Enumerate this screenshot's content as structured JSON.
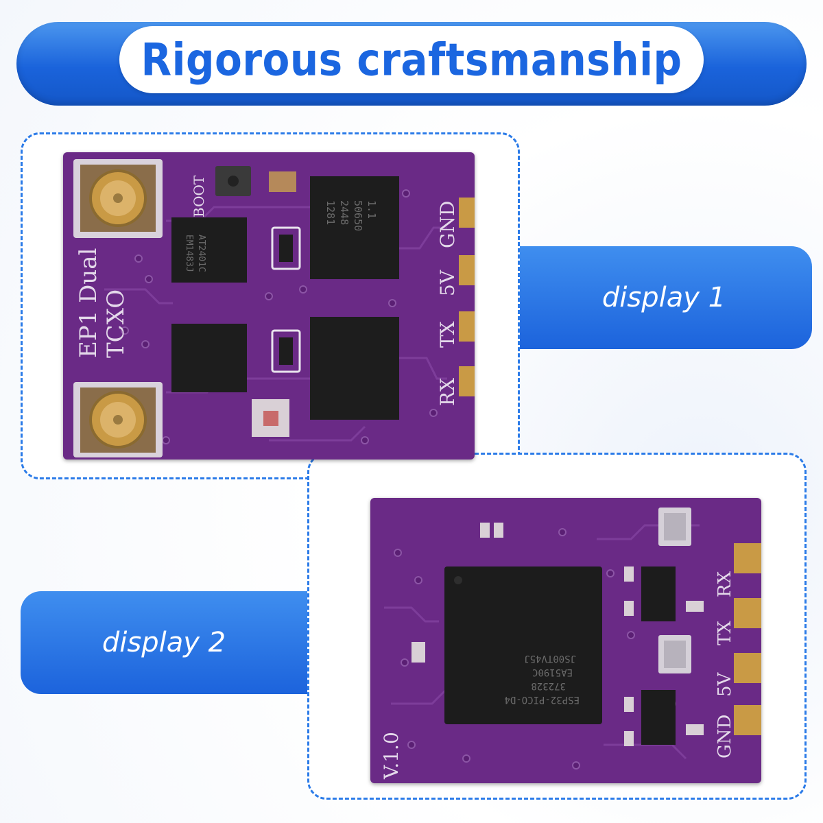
{
  "banner": {
    "title": "Rigorous craftsmanship"
  },
  "panels": [
    {
      "label": "display 1"
    },
    {
      "label": "display 2"
    }
  ],
  "board_front": {
    "name_text": "EP1 Dual",
    "oscillator_text": "TCXO",
    "boot_text": "BOOT",
    "pins": [
      "GND",
      "5V",
      "TX",
      "RX"
    ],
    "amp_chip_lines": [
      "EM1483J",
      "AT2401C"
    ],
    "rf_chip_lines": [
      "1281",
      "2448",
      "50650",
      "1.1"
    ]
  },
  "board_back": {
    "version_text": "V.1.0",
    "pins": [
      "RX",
      "TX",
      "5V",
      "GND"
    ],
    "mcu_lines": [
      "ESP32-PICO-D4",
      "372328",
      "EA5190C",
      "JS00TV45J"
    ]
  },
  "colors": {
    "accent_blue": "#1b66e0",
    "pcb_purple": "#6a2a86",
    "gold_pad": "#c99a45"
  }
}
